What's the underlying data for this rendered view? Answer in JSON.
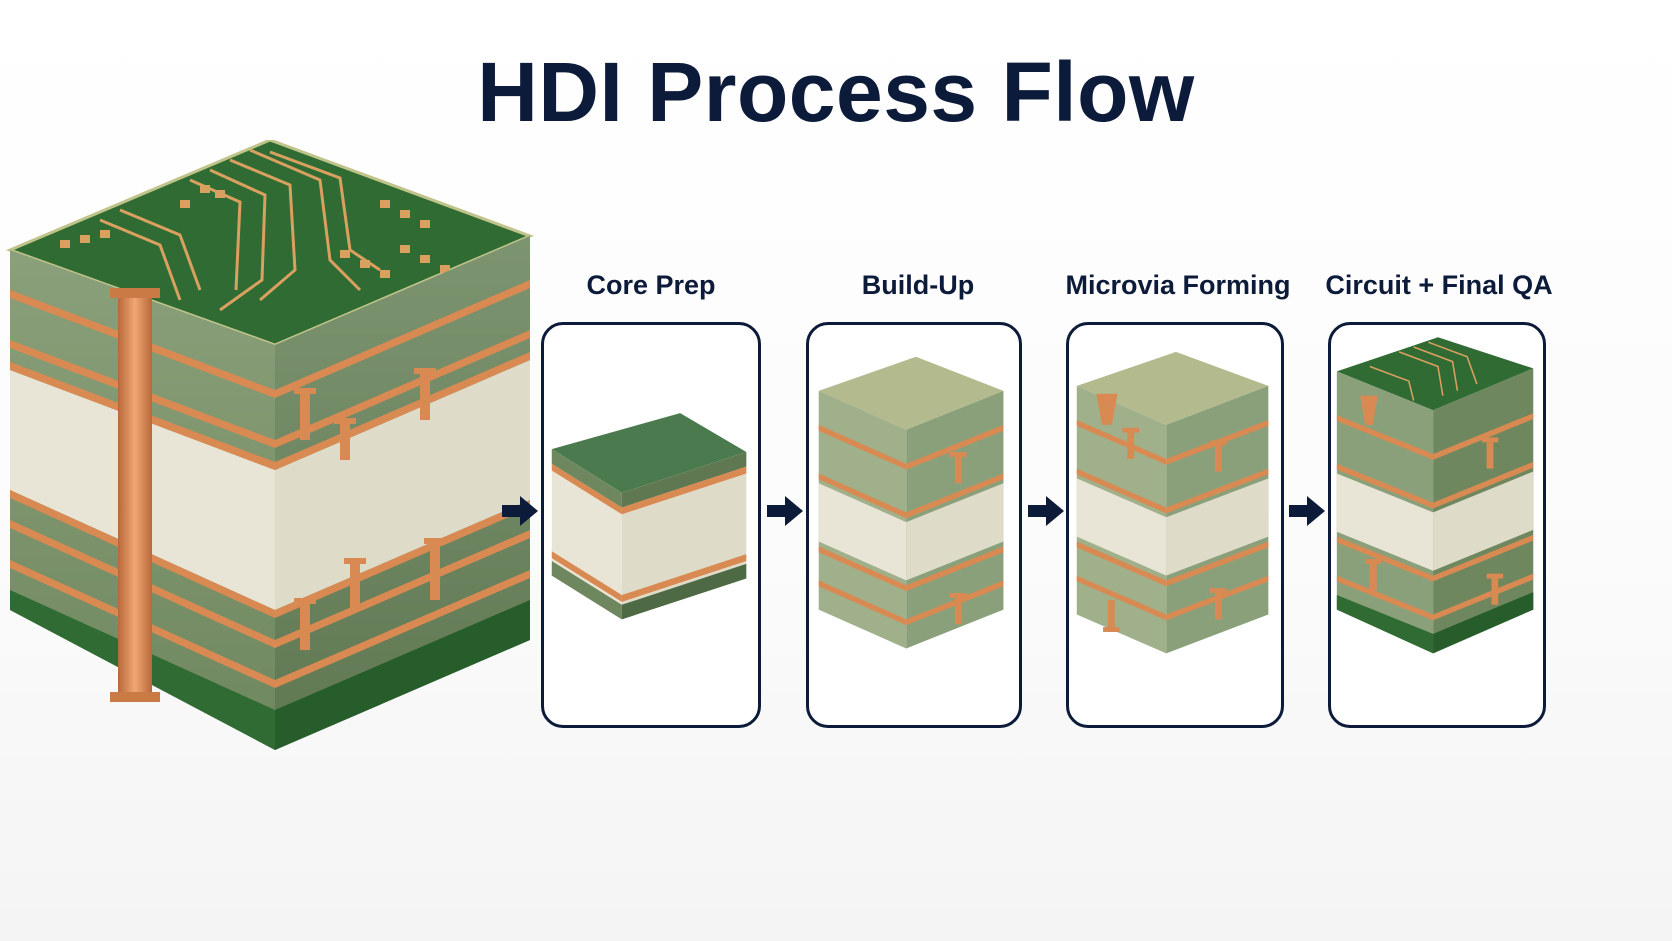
{
  "title": "HDI Process Flow",
  "stages": [
    {
      "label": "Core Prep"
    },
    {
      "label": "Build-Up"
    },
    {
      "label": "Microvia Forming"
    },
    {
      "label": "Circuit + Final QA"
    }
  ],
  "colors": {
    "title": "#0d1b3a",
    "pcb_green": "#2f6b33",
    "copper": "#d98a52",
    "core": "#e8e5d6",
    "laminate": "#9fb08a"
  },
  "icons": [
    "arrow-right-icon"
  ]
}
